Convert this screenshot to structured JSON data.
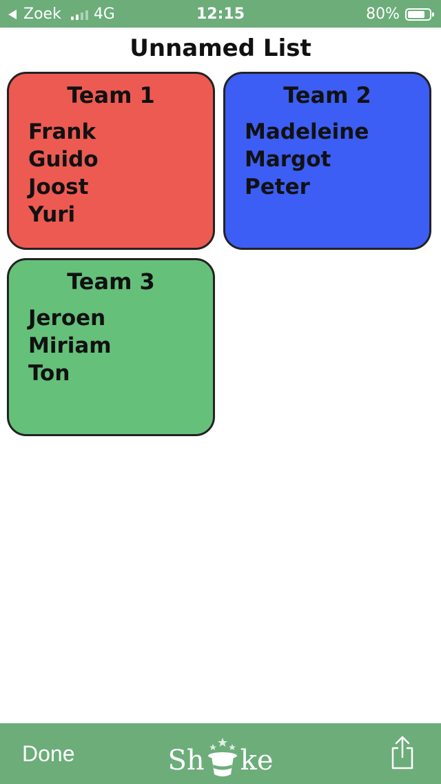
{
  "status_bar": {
    "back_label": "Zoek",
    "network": "4G",
    "time": "12:15",
    "battery_percent_label": "80%",
    "battery_level": 0.8,
    "signal_bars_filled": 2,
    "signal_bars_total": 4
  },
  "list_title": "Unnamed List",
  "teams": [
    {
      "name": "Team 1",
      "color": "#ed5a52",
      "members": [
        "Frank",
        "Guido",
        "Joost",
        "Yuri"
      ]
    },
    {
      "name": "Team 2",
      "color": "#3c5ef5",
      "members": [
        "Madeleine",
        "Margot",
        "Peter"
      ]
    },
    {
      "name": "Team 3",
      "color": "#65c07a",
      "members": [
        "Jeroen",
        "Miriam",
        "Ton"
      ]
    }
  ],
  "bottom_bar": {
    "done_label": "Done",
    "logo": {
      "text_left": "Sh",
      "text_right": "ke",
      "icon": "magic-hat-icon"
    },
    "share_icon": "share-icon"
  },
  "colors": {
    "bar_green": "#6cad7a",
    "card_border": "#222222"
  }
}
